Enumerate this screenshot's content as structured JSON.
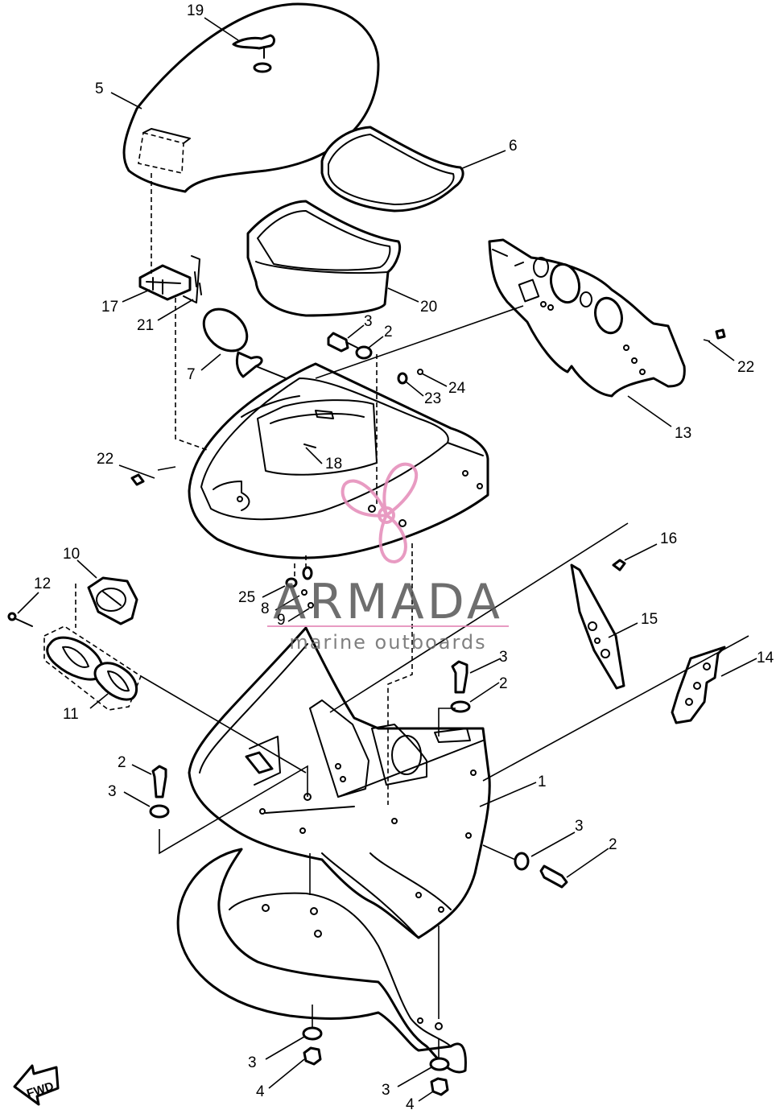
{
  "callouts": [
    {
      "id": "c19",
      "label": "19"
    },
    {
      "id": "c5",
      "label": "5"
    },
    {
      "id": "c6",
      "label": "6"
    },
    {
      "id": "c20",
      "label": "20"
    },
    {
      "id": "c17",
      "label": "17"
    },
    {
      "id": "c21",
      "label": "21"
    },
    {
      "id": "c7",
      "label": "7"
    },
    {
      "id": "c3a",
      "label": "3"
    },
    {
      "id": "c2a",
      "label": "2"
    },
    {
      "id": "c24",
      "label": "24"
    },
    {
      "id": "c23",
      "label": "23"
    },
    {
      "id": "c13",
      "label": "13"
    },
    {
      "id": "c22a",
      "label": "22"
    },
    {
      "id": "c22b",
      "label": "22"
    },
    {
      "id": "c18",
      "label": "18"
    },
    {
      "id": "c10",
      "label": "10"
    },
    {
      "id": "c12",
      "label": "12"
    },
    {
      "id": "c25",
      "label": "25"
    },
    {
      "id": "c8",
      "label": "8"
    },
    {
      "id": "c9",
      "label": "9"
    },
    {
      "id": "c16",
      "label": "16"
    },
    {
      "id": "c15",
      "label": "15"
    },
    {
      "id": "c11",
      "label": "11"
    },
    {
      "id": "c3b",
      "label": "3"
    },
    {
      "id": "c2b",
      "label": "2"
    },
    {
      "id": "c14",
      "label": "14"
    },
    {
      "id": "c2c",
      "label": "2"
    },
    {
      "id": "c3c",
      "label": "3"
    },
    {
      "id": "c1",
      "label": "1"
    },
    {
      "id": "c3d",
      "label": "3"
    },
    {
      "id": "c2d",
      "label": "2"
    },
    {
      "id": "c3e",
      "label": "3"
    },
    {
      "id": "c4a",
      "label": "4"
    },
    {
      "id": "c3f",
      "label": "3"
    },
    {
      "id": "c4b",
      "label": "4"
    }
  ],
  "fwd_marker": {
    "label": "FWD"
  },
  "watermark": {
    "brand": "ARMADA",
    "tagline": "marine outboards",
    "accent_color": "#e48ab8",
    "text_color": "#555555",
    "icon": "propeller-logo-icon"
  }
}
